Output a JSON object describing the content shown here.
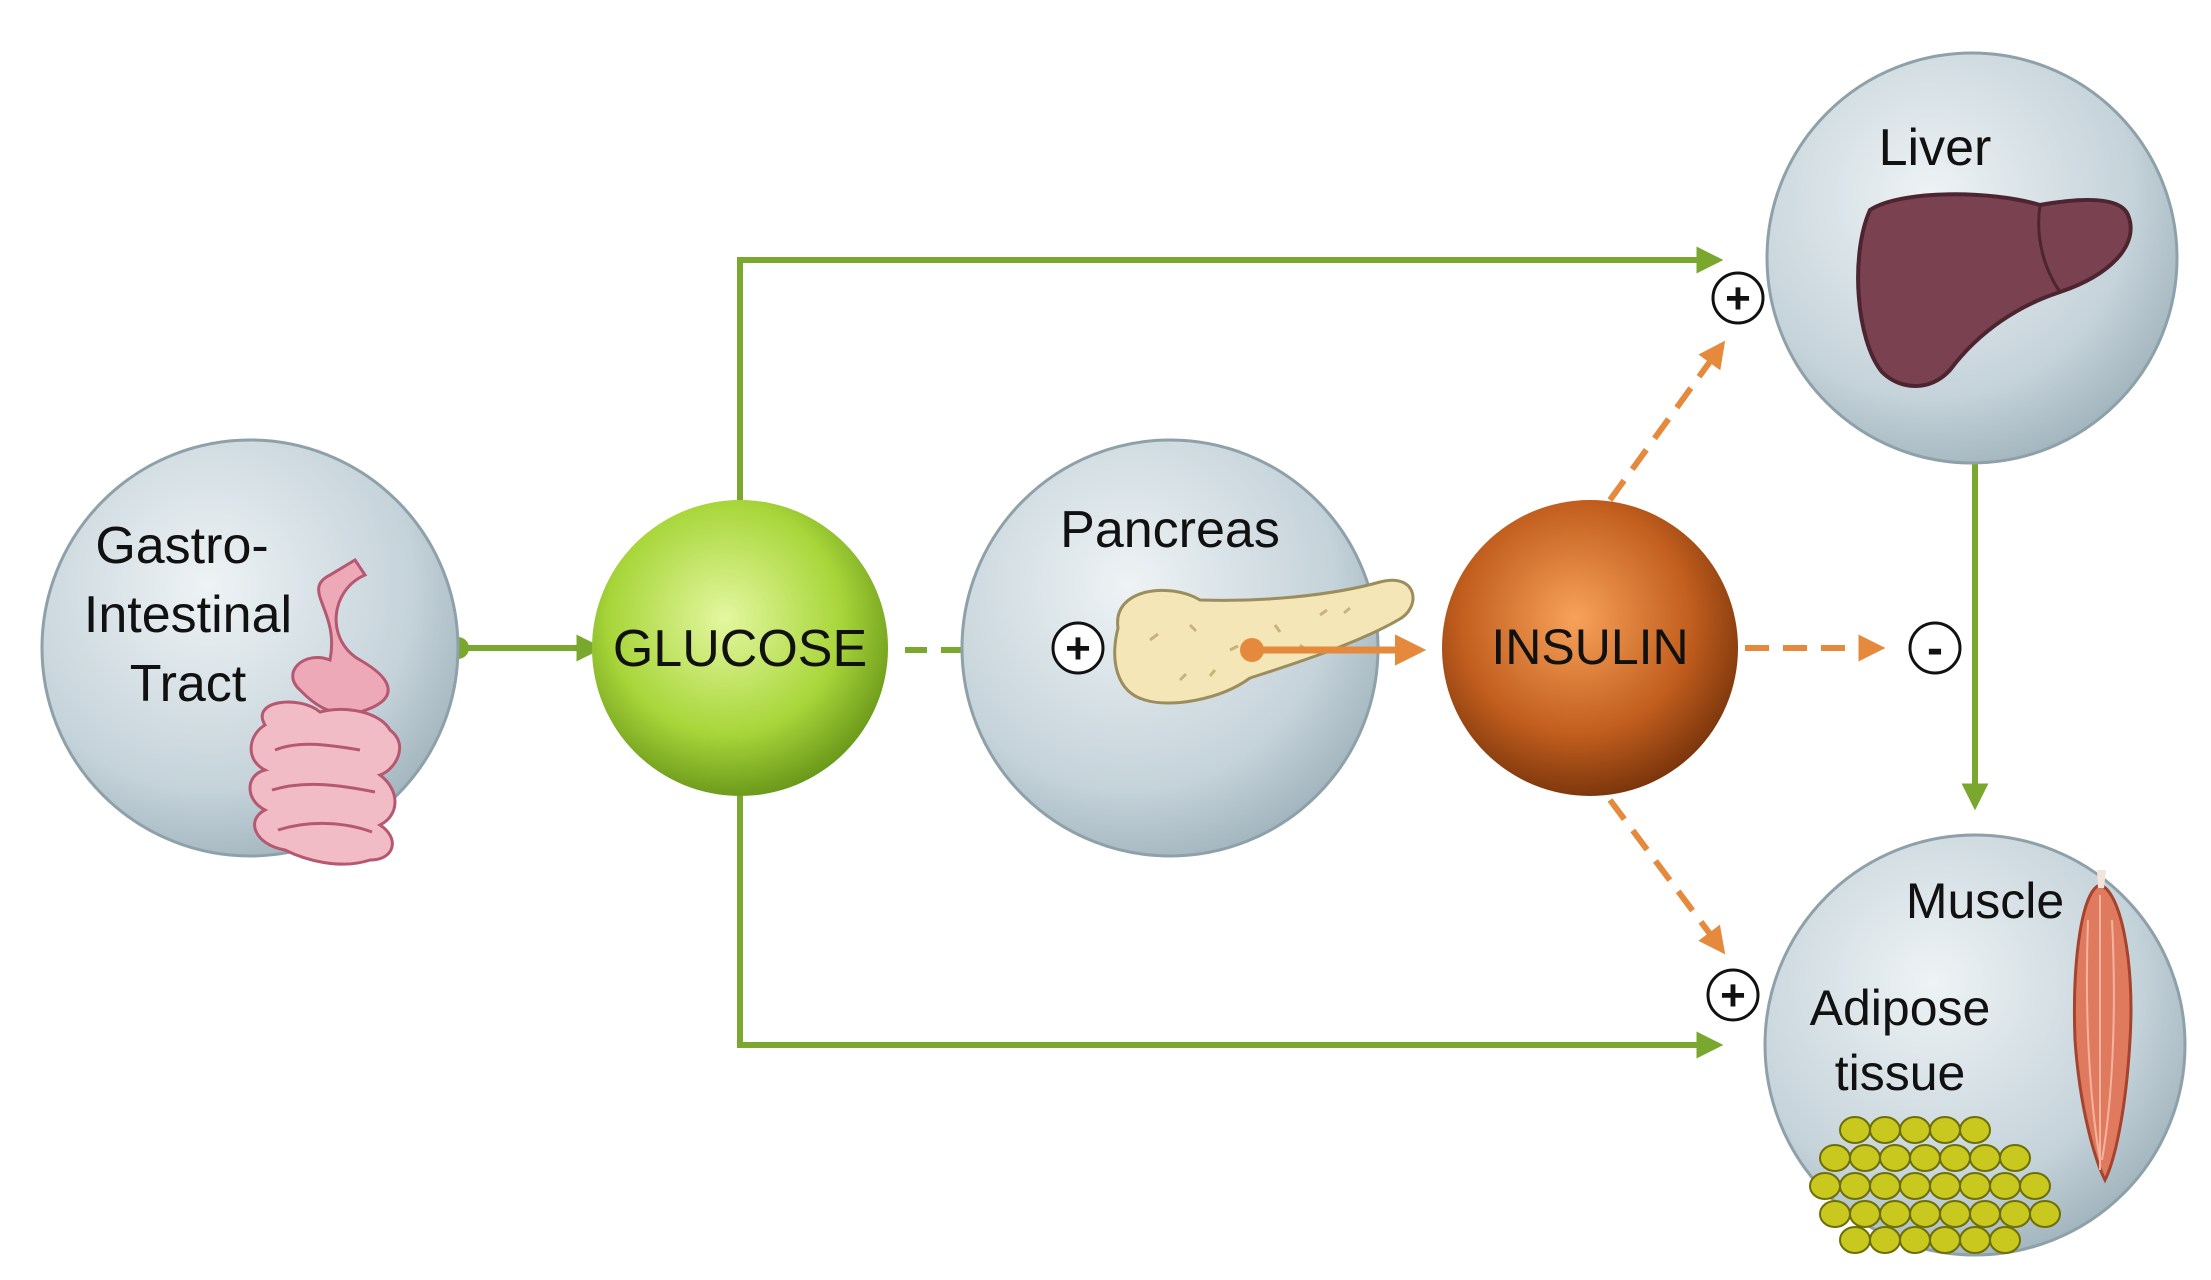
{
  "nodes": {
    "gi_tract": {
      "label_lines": [
        "Gastro-",
        "Intestinal",
        "Tract"
      ]
    },
    "glucose": {
      "label": "GLUCOSE"
    },
    "pancreas": {
      "label": "Pancreas"
    },
    "insulin": {
      "label": "INSULIN"
    },
    "liver": {
      "label": "Liver"
    },
    "muscle": {
      "label": "Muscle"
    },
    "adipose": {
      "label_lines": [
        "Adipose",
        "tissue"
      ]
    }
  },
  "effects": {
    "pancreas_stimulation": "+",
    "liver_stimulation": "+",
    "liver_output_inhibition": "-",
    "peripheral_stimulation": "+"
  },
  "colors": {
    "glucose_path": "#7aa82e",
    "insulin_path": "#e58a3c",
    "circle_fill": "#c5d3da",
    "glucose_node": "#a8d63a",
    "insulin_node": "#c25e1e",
    "liver_organ": "#7a4250",
    "pancreas_organ": "#f5e6b8",
    "muscle_organ": "#e07a5f",
    "adipose_cells": "#c8c81e",
    "stomach": "#eea9b8"
  },
  "icons": {
    "gi": "stomach-intestine-icon",
    "pancreas": "pancreas-icon",
    "liver": "liver-icon",
    "muscle": "muscle-icon",
    "adipose": "fat-cells-icon"
  }
}
